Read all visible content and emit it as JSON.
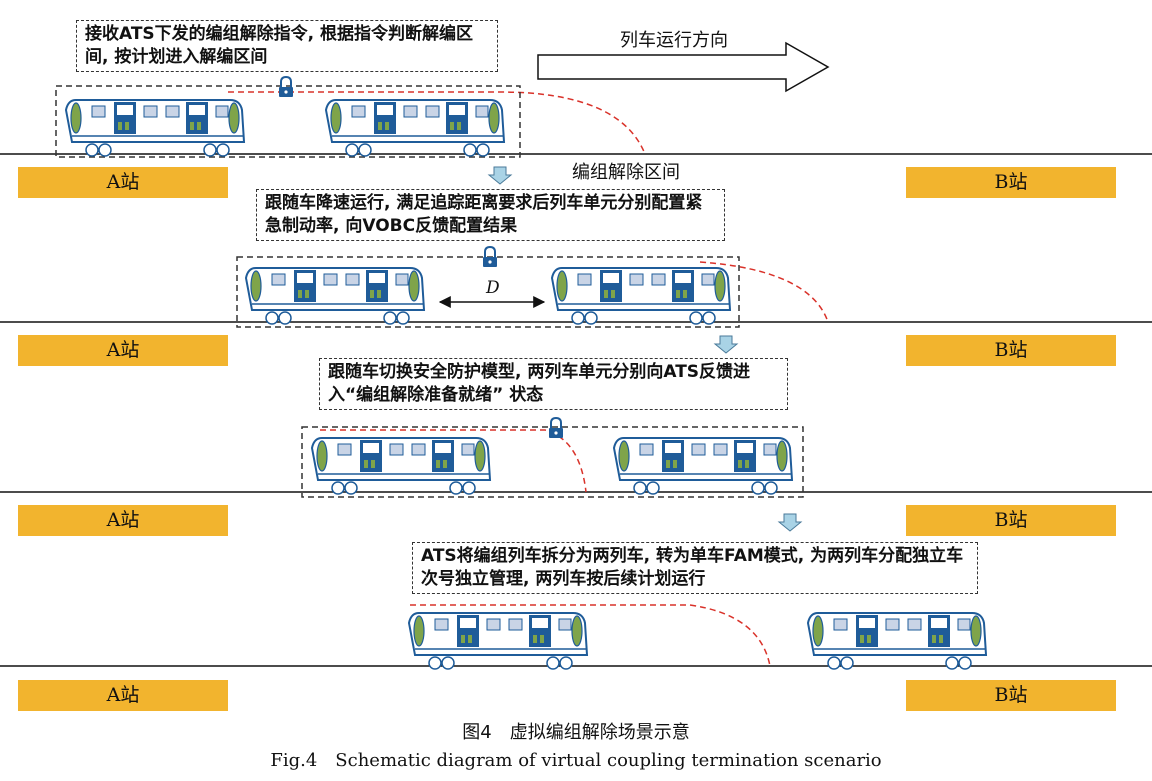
{
  "direction_label": "列车运行方向",
  "zone_label": "编组解除区间",
  "distance_label": "D",
  "stations": {
    "a": "A站",
    "b": "B站"
  },
  "steps": [
    {
      "note": "接收ATS下发的编组解除指令, 根据指令判断解编区间, 按计划进入解编区间"
    },
    {
      "note": "跟随车降速运行, 满足追踪距离要求后列车单元分别配置紧急制动率, 向VOBC反馈配置结果"
    },
    {
      "note": "跟随车切换安全防护模型, 两列车单元分别向ATS反馈进入“编组解除准备就绪” 状态"
    },
    {
      "note": "ATS将编组列车拆分为两列车, 转为单车FAM模式, 为两列车分配独立车次号独立管理, 两列车按后续计划运行"
    }
  ],
  "caption_cn": "图4　虚拟编组解除场景示意",
  "caption_en": "Fig.4　Schematic diagram of virtual coupling termination scenario",
  "colors": {
    "station_fill": "#f2b42e",
    "train_body": "#1f5c99",
    "door": "#1f5c99",
    "window": "#c9d4e6",
    "headlight": "#7fa44a",
    "dashed_track": "#d9322a",
    "step_arrow": "#a9d3e6"
  }
}
